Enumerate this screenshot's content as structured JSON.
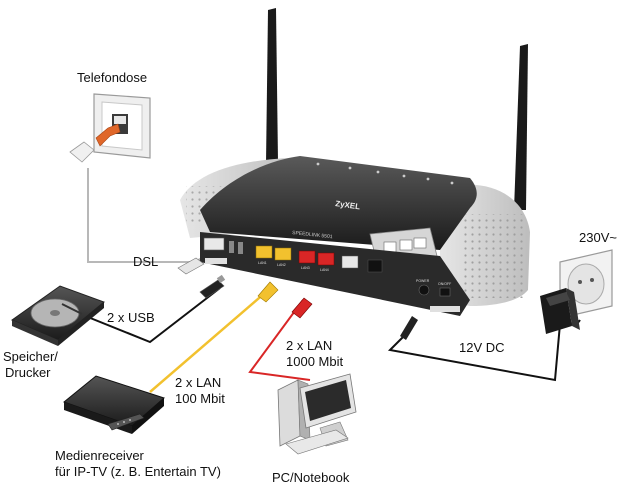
{
  "labels": {
    "telefondose": "Telefondose",
    "dsl": "DSL",
    "usb": "2 x USB",
    "storage_line1": "Speicher/",
    "storage_line2": "Drucker",
    "lan100_line1": "2 x LAN",
    "lan100_line2": "100 Mbit",
    "lan1000_line1": "2 x LAN",
    "lan1000_line2": "1000 Mbit",
    "receiver_line1": "Medienreceiver",
    "receiver_line2": "für IP-TV (z. B. Entertain TV)",
    "pc": "PC/Notebook",
    "dc": "12V DC",
    "mains": "230V~"
  },
  "router": {
    "brand": "ZyXEL",
    "model": "SPEEDLINK 5501",
    "ports": [
      "LAN1",
      "LAN2",
      "LAN3",
      "LAN4",
      "POWER",
      "ON/OFF"
    ]
  },
  "colors": {
    "dsl_cable": "#b8b8b8",
    "usb_cable": "#111111",
    "lan100_cable": "#f2c12e",
    "lan1000_cable": "#d92626",
    "dc_cable": "#111111",
    "lan_yellow_port": "#f2c12e",
    "lan_red_port": "#d92626"
  },
  "icons": [
    "phone-socket-icon",
    "dsl-plug-icon",
    "usb-plug-icon",
    "hard-drive-icon",
    "media-receiver-icon",
    "pc-icon",
    "power-adapter-icon",
    "wall-outlet-icon"
  ]
}
